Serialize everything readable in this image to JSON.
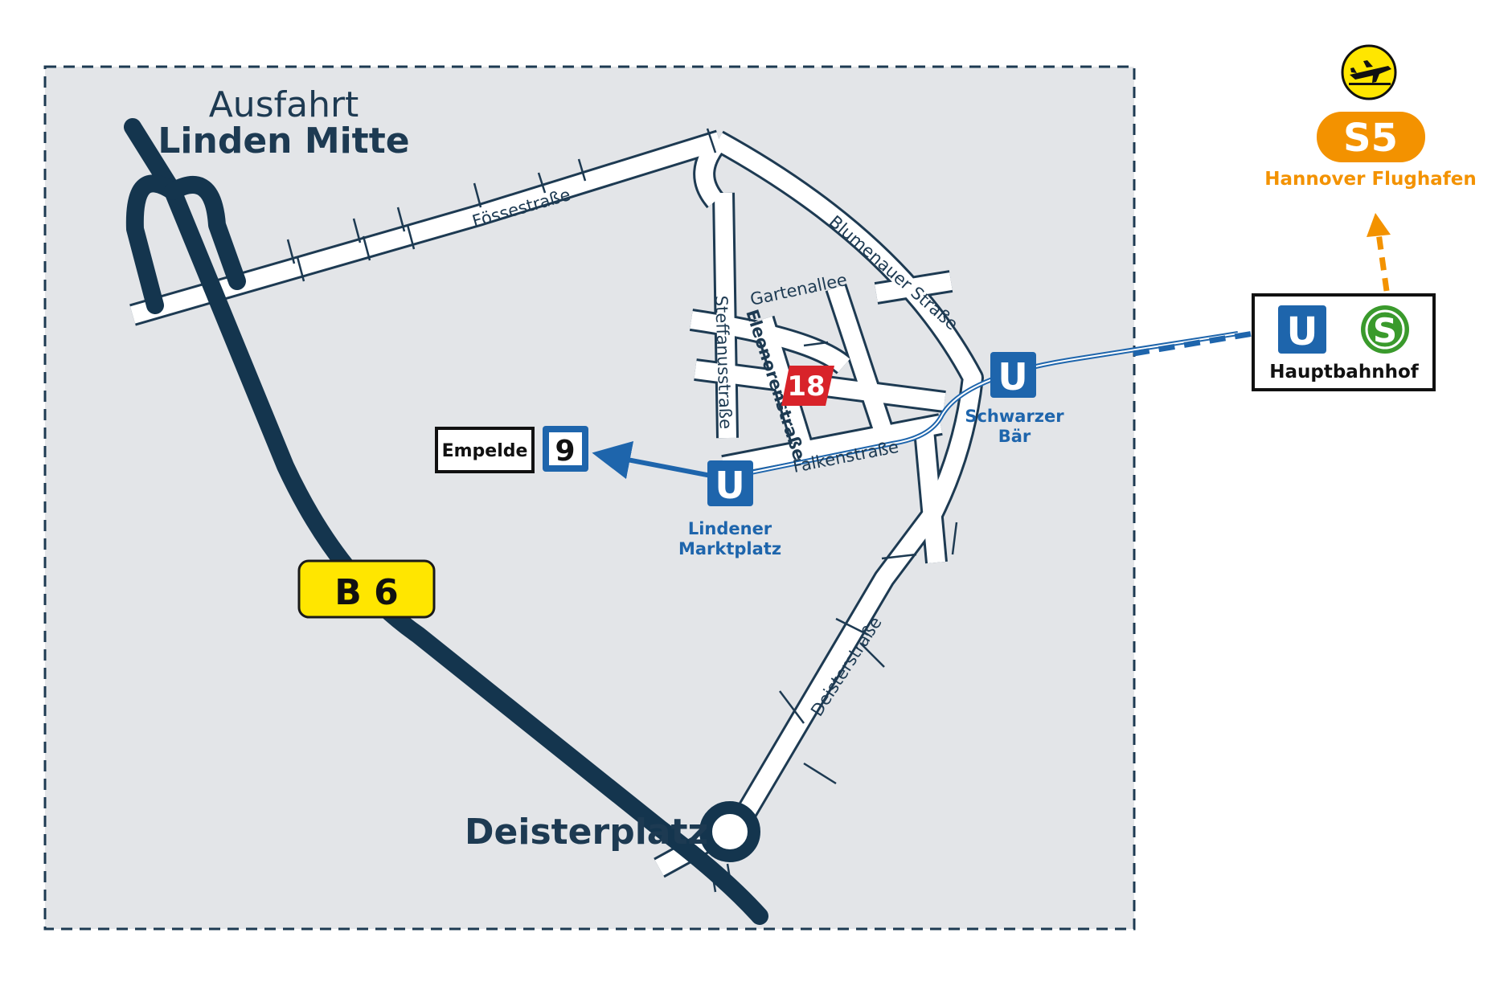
{
  "labels": {
    "exit_line1": "Ausfahrt",
    "exit_line2": "Linden Mitte",
    "b6": "B 6",
    "deisterplatz": "Deisterplatz",
    "building_number": "18"
  },
  "streets": {
    "foessestrasse": "Fössestraße",
    "gartenallee": "Gartenallee",
    "blumenauer": "Blumenauer Straße",
    "steffanusstrasse": "Steffanusstraße",
    "eleonorenstrasse": "Eleonorenstraße",
    "falkenstrasse": "Falkenstraße",
    "deisterstrasse": "Deisterstraße"
  },
  "transit": {
    "ubahn_glyph": "U",
    "sbahn_glyph": "S",
    "line_number": "9",
    "line_destination": "Empelde",
    "stop_lindener_1": "Lindener",
    "stop_lindener_2": "Marktplatz",
    "stop_schwarzer_1": "Schwarzer",
    "stop_schwarzer_2": "Bär",
    "hauptbahnhof": "Hauptbahnhof",
    "s5_line": "S5",
    "airport": "Hannover Flughafen"
  },
  "icons": {
    "airport": "airplane-icon",
    "ubahn": "u-bahn-icon",
    "sbahn": "s-bahn-icon"
  },
  "colors": {
    "map_background": "#e3e5e8",
    "road": "#ffffff",
    "road_outline": "#1d3a52",
    "highway": "#14354e",
    "tram": "#1e65ac",
    "b6_yellow": "#ffe600",
    "building_red": "#d8232a",
    "s5_orange": "#f39200",
    "sbahn_green": "#3a9a2c"
  }
}
